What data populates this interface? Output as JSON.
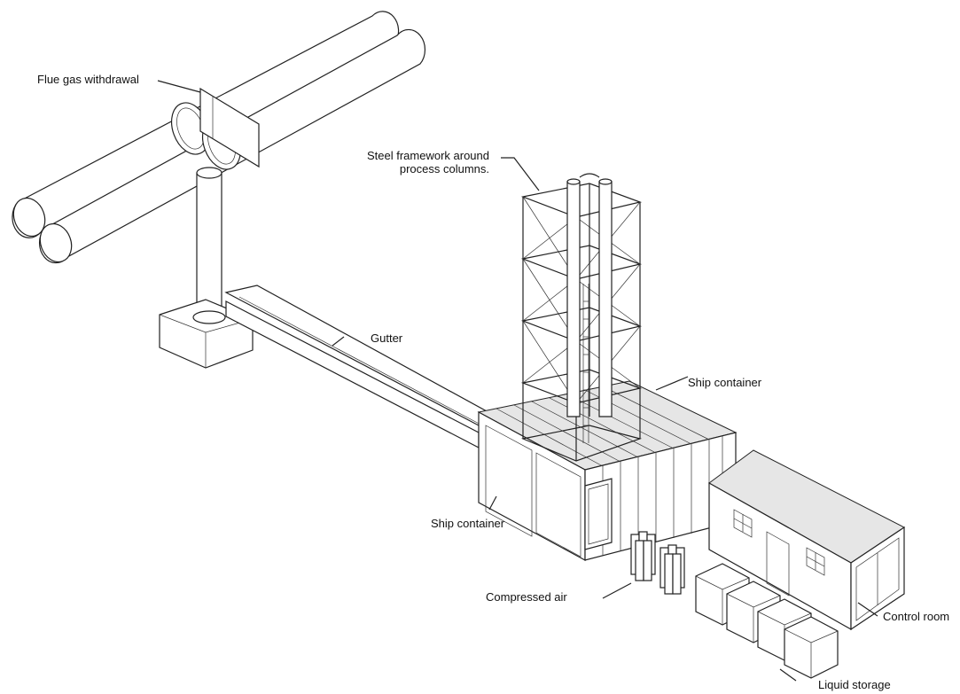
{
  "labels": {
    "flue_gas": "Flue gas withdrawal",
    "steel_framework_line1": "Steel framework around",
    "steel_framework_line2": "process columns.",
    "gutter": "Gutter",
    "ship_container_right": "Ship container",
    "ship_container_left": "Ship container",
    "compressed_air": "Compressed air",
    "control_room": "Control room",
    "liquid_storage": "Liquid storage"
  },
  "colors": {
    "line": "#222222",
    "background": "#ffffff"
  }
}
